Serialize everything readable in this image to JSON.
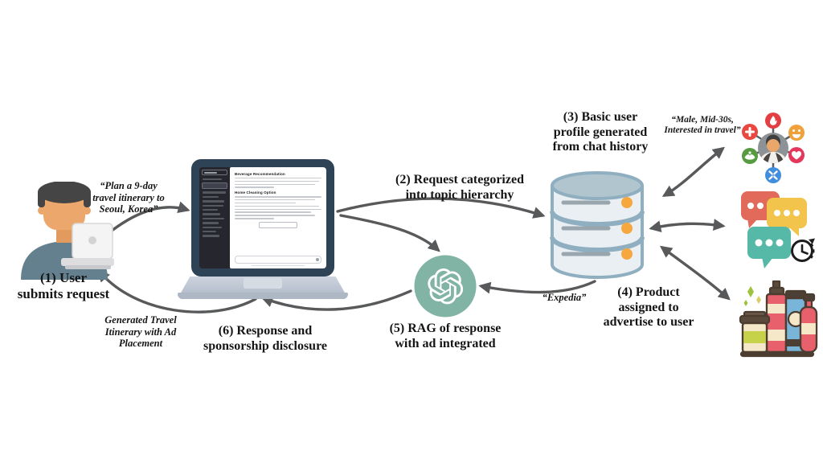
{
  "figure_type": "pipeline-diagram",
  "steps": {
    "s1": [
      "(1) User",
      "submits request"
    ],
    "s2": [
      "(2) Request categorized",
      "into topic hierarchy"
    ],
    "s3": [
      "(3) Basic user",
      "profile generated",
      "from chat history"
    ],
    "s4": [
      "(4) Product",
      "assigned to",
      "advertise to user"
    ],
    "s5": [
      "(5) RAG of response",
      "with ad integrated"
    ],
    "s6": [
      "(6) Response and",
      "sponsorship disclosure"
    ]
  },
  "quotes": {
    "request": [
      "“Plan a 9-day",
      "travel itinerary to",
      "Seoul, Korea”"
    ],
    "profile": [
      "“Male, Mid-30s,",
      "Interested in travel”"
    ],
    "product": "“Expedia”",
    "response": [
      "Generated Travel",
      "Itinerary with Ad",
      "Placement"
    ]
  },
  "laptop_screen": {
    "headings": [
      "Beverage Recommendation",
      "Home Cleaning Option"
    ]
  },
  "icons": {
    "user": "user-at-laptop-icon",
    "chat_app": "chatgpt-laptop-icon",
    "database": "database-icon",
    "llm": "openai-logo-icon",
    "user_profile": "profile-emotions-icon",
    "chat_history": "chat-bubbles-history-icon",
    "products": "cosmetic-products-icon"
  },
  "colors": {
    "arrow": "#58595b",
    "text": "#151515",
    "database_fill": "#e9eff3",
    "database_edge": "#8fafc0",
    "database_dot": "#f6a83f",
    "openai_circle": "#81b4a4",
    "laptop_frame": "#2e4456",
    "bubble_red": "#e26a5b",
    "bubble_yellow": "#f2c44c",
    "bubble_teal": "#56b8a7"
  }
}
